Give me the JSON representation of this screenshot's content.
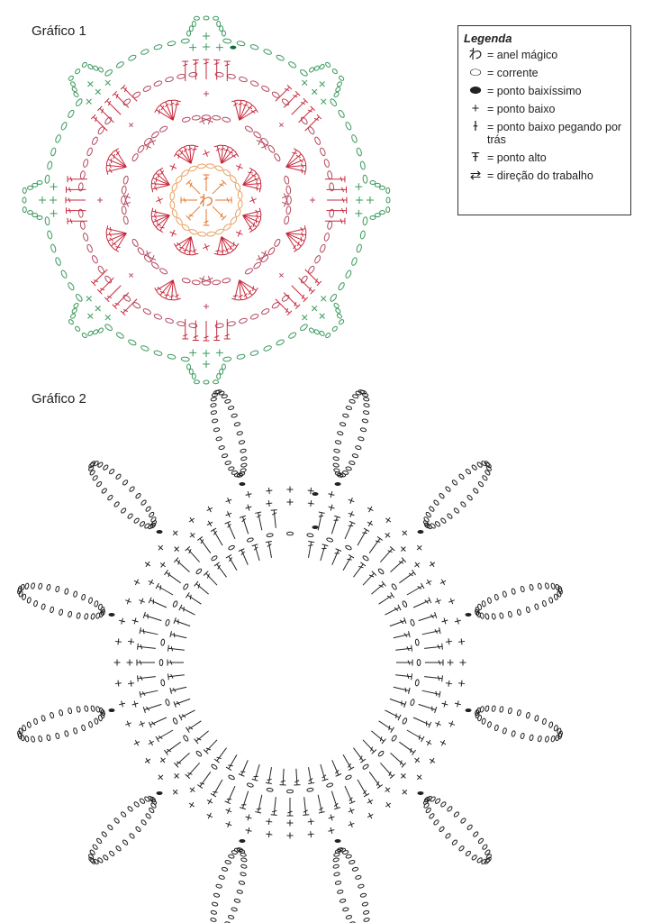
{
  "chart1": {
    "title": "Gráfico 1",
    "center_symbol": "わ"
  },
  "chart2": {
    "title": "Gráfico 2"
  },
  "legend": {
    "title": "Legenda",
    "items": [
      {
        "symbol": "わ",
        "icon": "magic-ring-icon",
        "label": "= anel mágico"
      },
      {
        "symbol": "⬭",
        "icon": "chain-icon",
        "label": "= corrente"
      },
      {
        "symbol": "⬬",
        "icon": "slip-stitch-icon",
        "label": "= ponto baixíssimo"
      },
      {
        "symbol": "+",
        "icon": "single-crochet-icon",
        "label": "= ponto baixo"
      },
      {
        "symbol": "ɫ",
        "icon": "back-loop-single-crochet-icon",
        "label": "= ponto baixo pegando por trás"
      },
      {
        "symbol": "Ŧ",
        "icon": "double-crochet-icon",
        "label": "= ponto alto"
      },
      {
        "symbol": "⇄",
        "icon": "direction-icon",
        "label": "= direção do trabalho"
      }
    ]
  },
  "colors": {
    "orange": "#e2762c",
    "red": "#c8283c",
    "pink": "#b5475e",
    "green": "#3a9a5c",
    "black": "#222222",
    "dark_red": "#a0102a",
    "dark_green": "#0a6a3a"
  }
}
